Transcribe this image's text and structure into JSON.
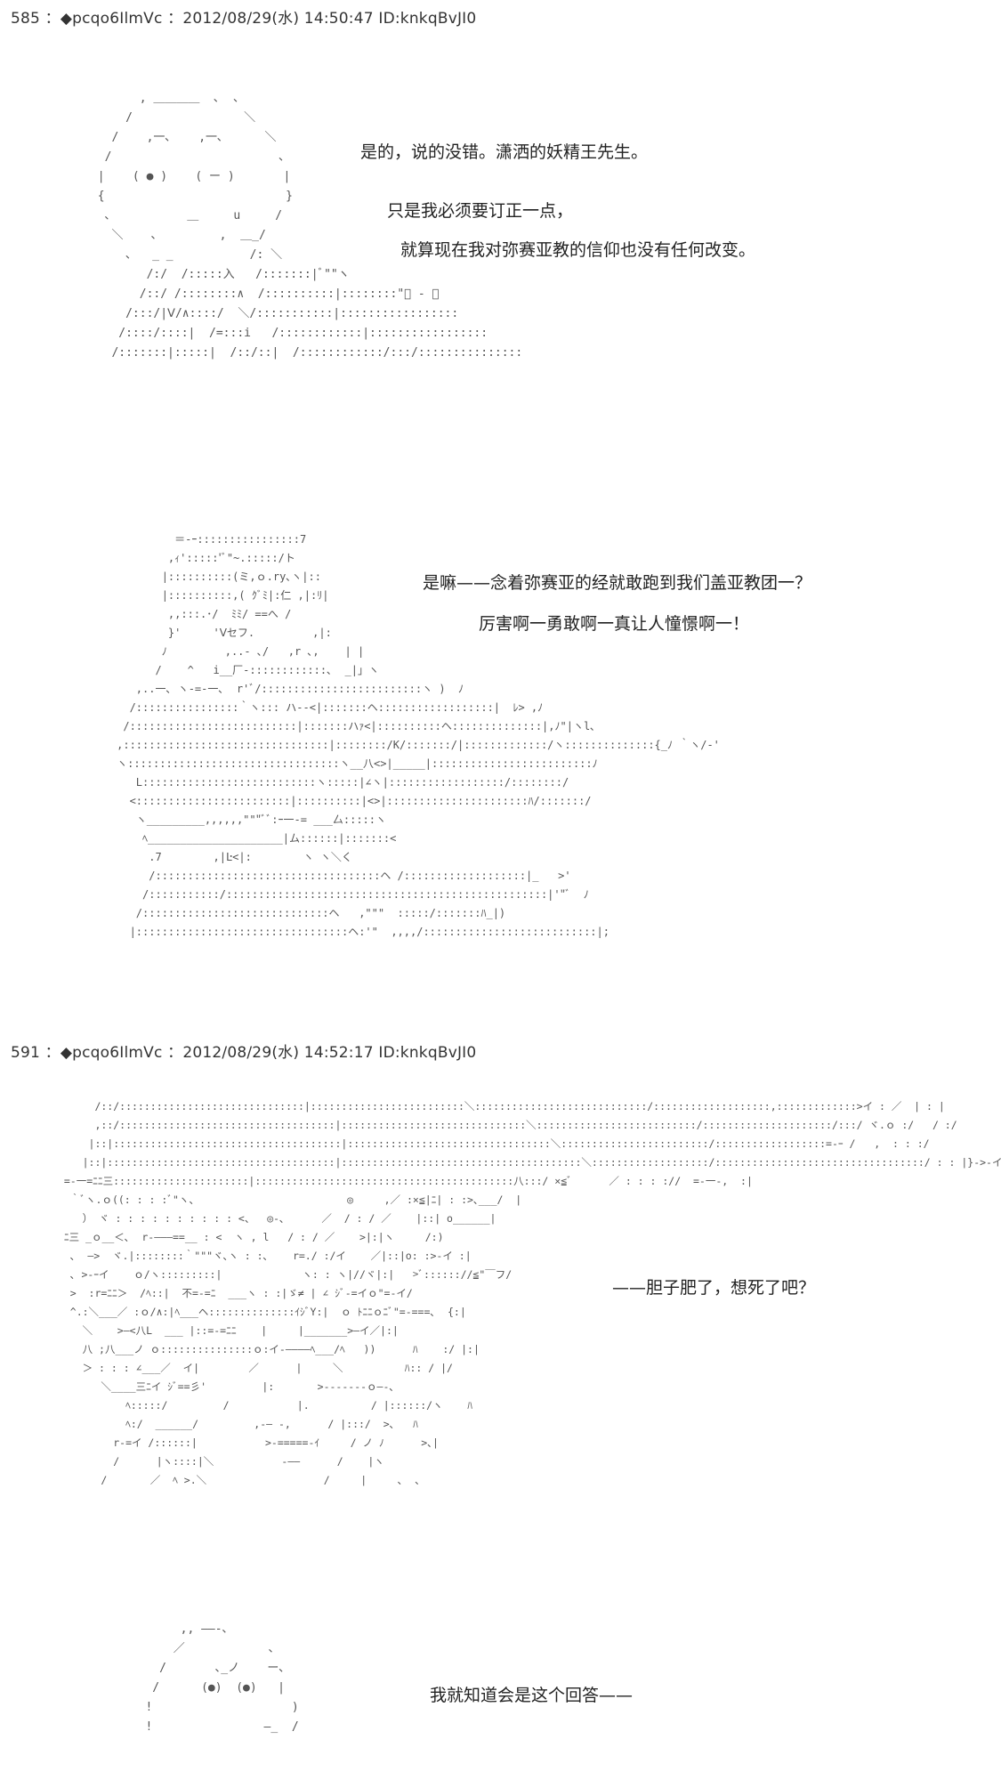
{
  "posts": [
    {
      "header": "585 ：◆pcqo6IlmVc ：2012/08/29(水) 14:50:47 ID:knkqBvJI0",
      "lines": [
        "是的，说的没错。潇洒的妖精王先生。",
        "只是我必须要订正一点，",
        "就算现在我对弥赛亚教的信仰也没有任何改变。",
        "是嘛——念着弥赛亚的经就敢跑到我们盖亚教团一？",
        "厉害啊一勇敢啊一真让人憧憬啊一！"
      ]
    },
    {
      "header": "591 ：◆pcqo6IlmVc ：2012/08/29(水) 14:52:17 ID:knkqBvJI0",
      "lines": [
        "——胆子肥了，想死了吧？",
        "我就知道会是这个回答——"
      ]
    }
  ]
}
